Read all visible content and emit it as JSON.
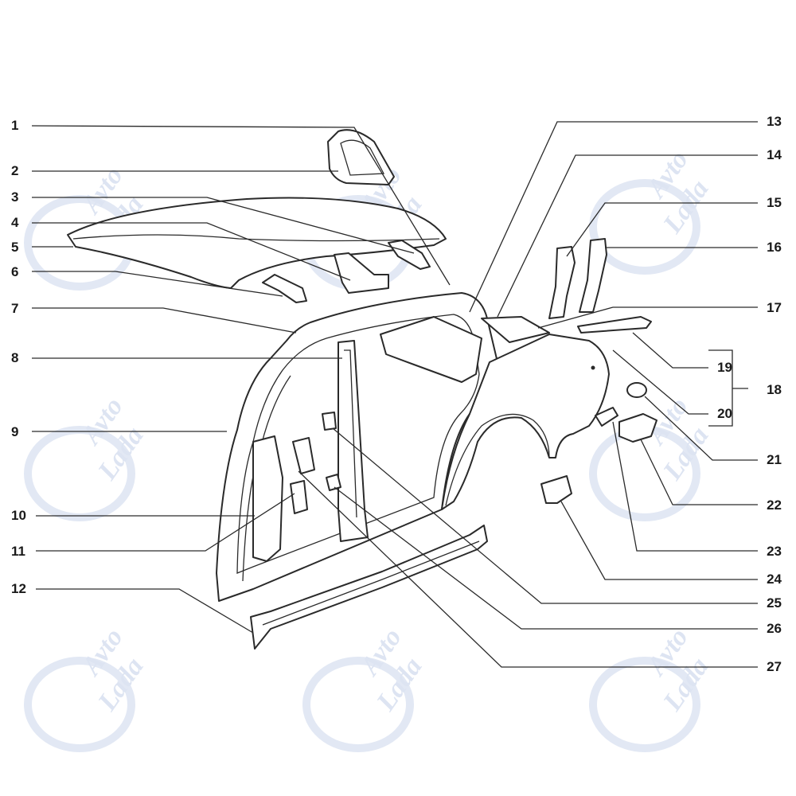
{
  "watermark": {
    "line1": "Avto",
    "line2": "Lada"
  },
  "callouts": [
    {
      "id": "1",
      "label": "1"
    },
    {
      "id": "2",
      "label": "2"
    },
    {
      "id": "3",
      "label": "3"
    },
    {
      "id": "4",
      "label": "4"
    },
    {
      "id": "5",
      "label": "5"
    },
    {
      "id": "6",
      "label": "6"
    },
    {
      "id": "7",
      "label": "7"
    },
    {
      "id": "8",
      "label": "8"
    },
    {
      "id": "9",
      "label": "9"
    },
    {
      "id": "10",
      "label": "10"
    },
    {
      "id": "11",
      "label": "11"
    },
    {
      "id": "12",
      "label": "12"
    },
    {
      "id": "13",
      "label": "13"
    },
    {
      "id": "14",
      "label": "14"
    },
    {
      "id": "15",
      "label": "15"
    },
    {
      "id": "16",
      "label": "16"
    },
    {
      "id": "17",
      "label": "17"
    },
    {
      "id": "18",
      "label": "18"
    },
    {
      "id": "19",
      "label": "19"
    },
    {
      "id": "20",
      "label": "20"
    },
    {
      "id": "21",
      "label": "21"
    },
    {
      "id": "22",
      "label": "22"
    },
    {
      "id": "23",
      "label": "23"
    },
    {
      "id": "24",
      "label": "24"
    },
    {
      "id": "25",
      "label": "25"
    },
    {
      "id": "26",
      "label": "26"
    },
    {
      "id": "27",
      "label": "27"
    }
  ],
  "colors": {
    "ink": "#2a2a2a",
    "watermark": "#dde4f2",
    "background": "#ffffff"
  }
}
